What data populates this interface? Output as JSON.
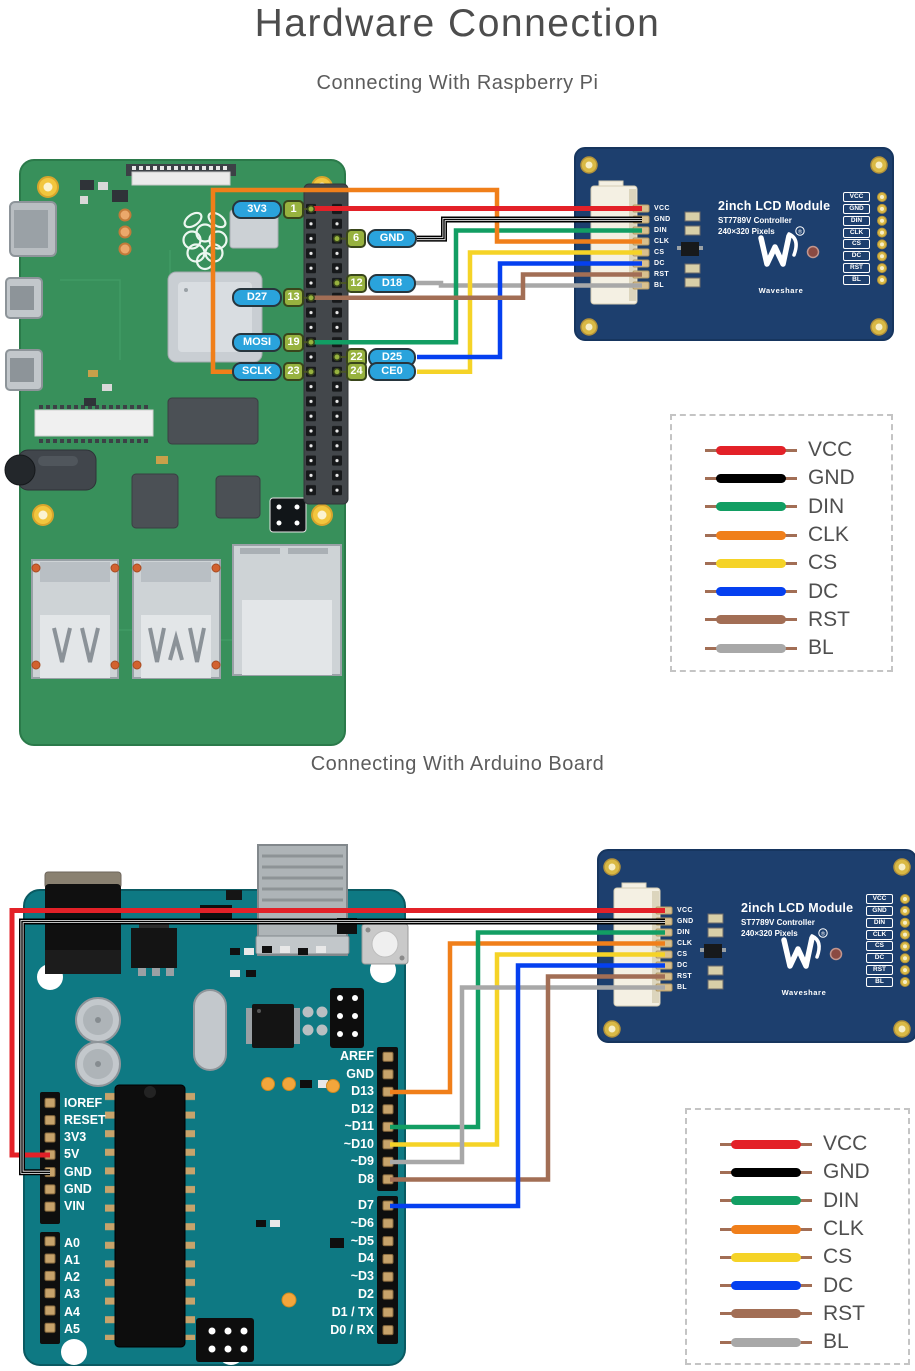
{
  "page": {
    "title": "Hardware Connection",
    "subtitle_raspberry_pi": "Connecting With Raspberry Pi",
    "subtitle_arduino": "Connecting With Arduino Board"
  },
  "legend": {
    "items": [
      {
        "label": "VCC",
        "color": "#e32128"
      },
      {
        "label": "GND",
        "color": "#000000"
      },
      {
        "label": "DIN",
        "color": "#129e63"
      },
      {
        "label": "CLK",
        "color": "#f07f1a"
      },
      {
        "label": "CS",
        "color": "#f5d327"
      },
      {
        "label": "DC",
        "color": "#0540f0"
      },
      {
        "label": "RST",
        "color": "#a26e55"
      },
      {
        "label": "BL",
        "color": "#a8a8a8"
      }
    ],
    "wire_end_color": "#a26e55"
  },
  "lcd_module": {
    "title": "2inch LCD Module",
    "controller": "ST7789V Controller",
    "resolution": "240×320 Pixels",
    "brand": "Waveshare",
    "reg_mark": "®",
    "pins": [
      "VCC",
      "GND",
      "DIN",
      "CLK",
      "CS",
      "DC",
      "RST",
      "BL"
    ]
  },
  "raspberry_pi": {
    "callouts_left": [
      {
        "label": "3V3",
        "pin": "1"
      },
      {
        "label": "D27",
        "pin": "13"
      },
      {
        "label": "MOSI",
        "pin": "19"
      },
      {
        "label": "SCLK",
        "pin": "23"
      }
    ],
    "callouts_right": [
      {
        "pin": "6",
        "label": "GND"
      },
      {
        "pin": "12",
        "label": "D18"
      },
      {
        "pin": "22",
        "label": "D25"
      },
      {
        "pin": "24",
        "label": "CE0"
      }
    ]
  },
  "arduino": {
    "pins_power": [
      "IOREF",
      "RESET",
      "3V3",
      "5V",
      "GND",
      "GND",
      "VIN"
    ],
    "pins_analog": [
      "A0",
      "A1",
      "A2",
      "A3",
      "A4",
      "A5"
    ],
    "pins_digital_upper": [
      "AREF",
      "GND",
      "D13",
      "D12",
      "~D11",
      "~D10",
      "~D9",
      "D8"
    ],
    "pins_digital_lower": [
      "D7",
      "~D6",
      "~D5",
      "D4",
      "~D3",
      "D2",
      "D1 / TX",
      "D0 / RX"
    ]
  }
}
